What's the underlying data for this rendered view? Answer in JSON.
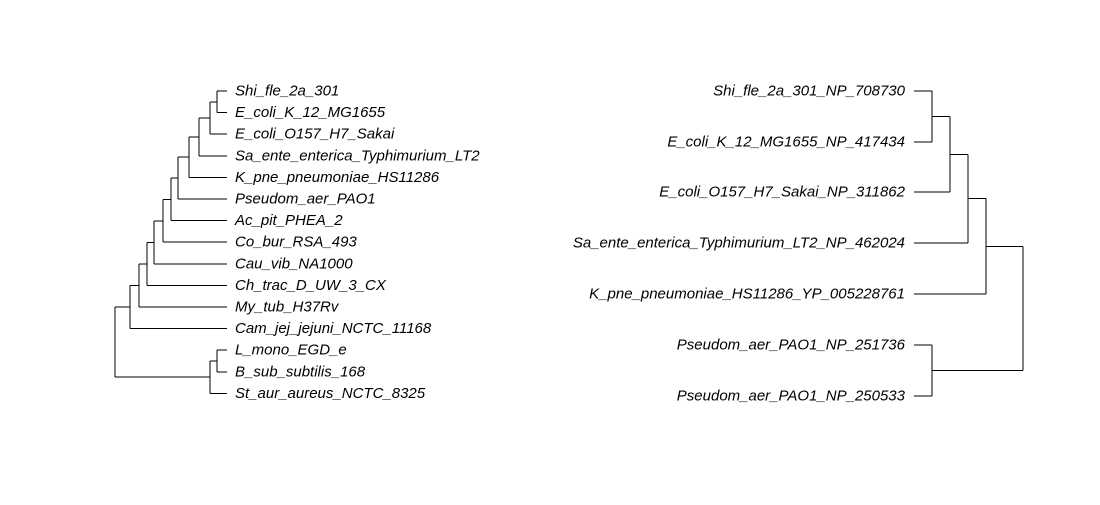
{
  "left_tree": {
    "tips": [
      "Shi_fle_2a_301",
      "E_coli_K_12_MG1655",
      "E_coli_O157_H7_Sakai",
      "Sa_ente_enterica_Typhimurium_LT2",
      "K_pne_pneumoniae_HS11286",
      "Pseudom_aer_PAO1",
      "Ac_pit_PHEA_2",
      "Co_bur_RSA_493",
      "Cau_vib_NA1000",
      "Ch_trac_D_UW_3_CX",
      "My_tub_H37Rv",
      "Cam_jej_jejuni_NCTC_11168",
      "L_mono_EGD_e",
      "B_sub_subtilis_168",
      "St_aur_aureus_NCTC_8325"
    ]
  },
  "right_tree": {
    "tips": [
      "Shi_fle_2a_301_NP_708730",
      "E_coli_K_12_MG1655_NP_417434",
      "E_coli_O157_H7_Sakai_NP_311862",
      "Sa_ente_enterica_Typhimurium_LT2_NP_462024",
      "K_pne_pneumoniae_HS11286_YP_005228761",
      "Pseudom_aer_PAO1_NP_251736",
      "Pseudom_aer_PAO1_NP_250533"
    ]
  }
}
